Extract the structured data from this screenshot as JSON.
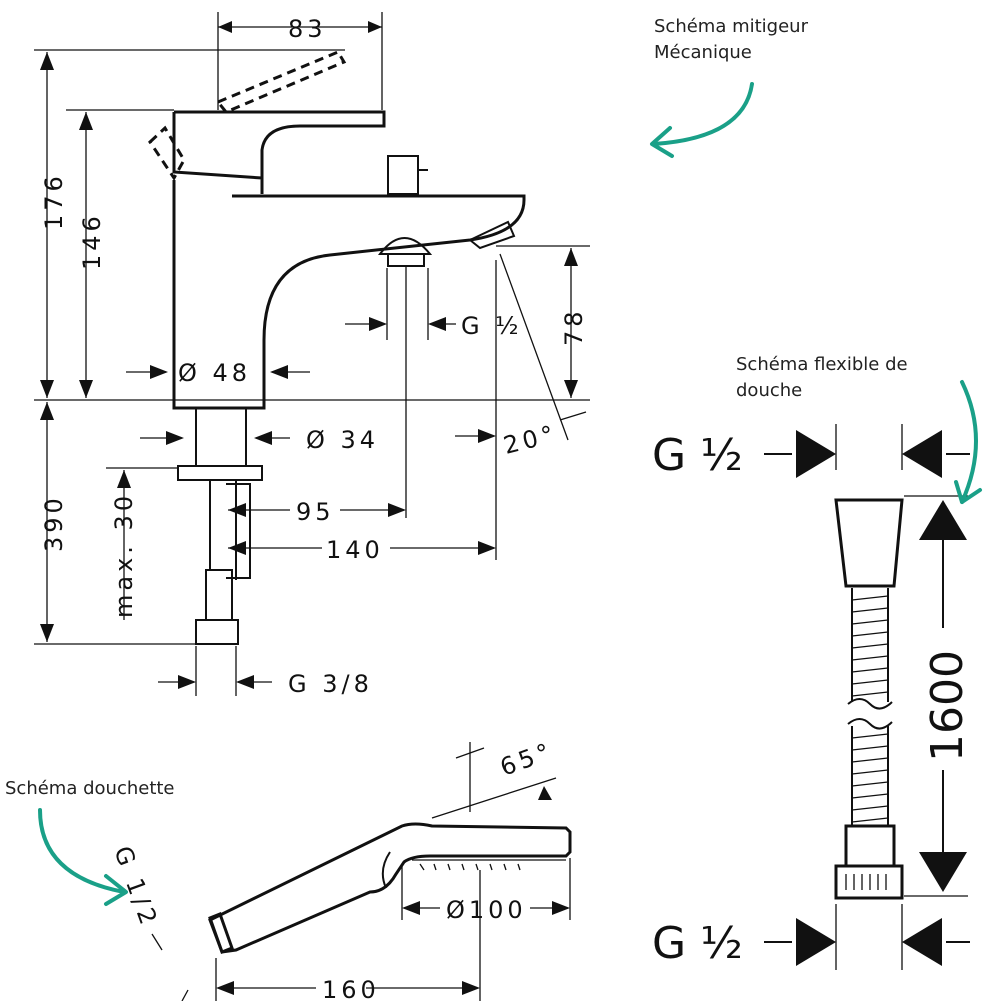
{
  "annotations": {
    "mixer_schema": "Schéma mitigeur\nMécanique",
    "hose_schema": "Schéma flexible de\ndouche",
    "handshower_schema": "Schéma douchette"
  },
  "mixer_dimensions": {
    "top_width": "83",
    "height_total": "176",
    "height_body": "146",
    "body_diameter": "Ø 48",
    "outlet_thread": "G ½",
    "outlet_height": "78",
    "outlet_angle": "20°",
    "shank_diameter": "Ø 34",
    "below_deck": "390",
    "deck_thickness": "max. 30",
    "reach_outlet": "95",
    "reach_spout": "140",
    "supply_thread": "G 3/8"
  },
  "hose_dimensions": {
    "thread_top": "G ½",
    "length": "1600",
    "thread_bottom": "G ½"
  },
  "handshower_dimensions": {
    "thread": "G 1/2",
    "angle": "65°",
    "head_diameter": "Ø100",
    "length": "160"
  },
  "colors": {
    "annotation_arrow": "#1aa088",
    "line": "#111111"
  }
}
